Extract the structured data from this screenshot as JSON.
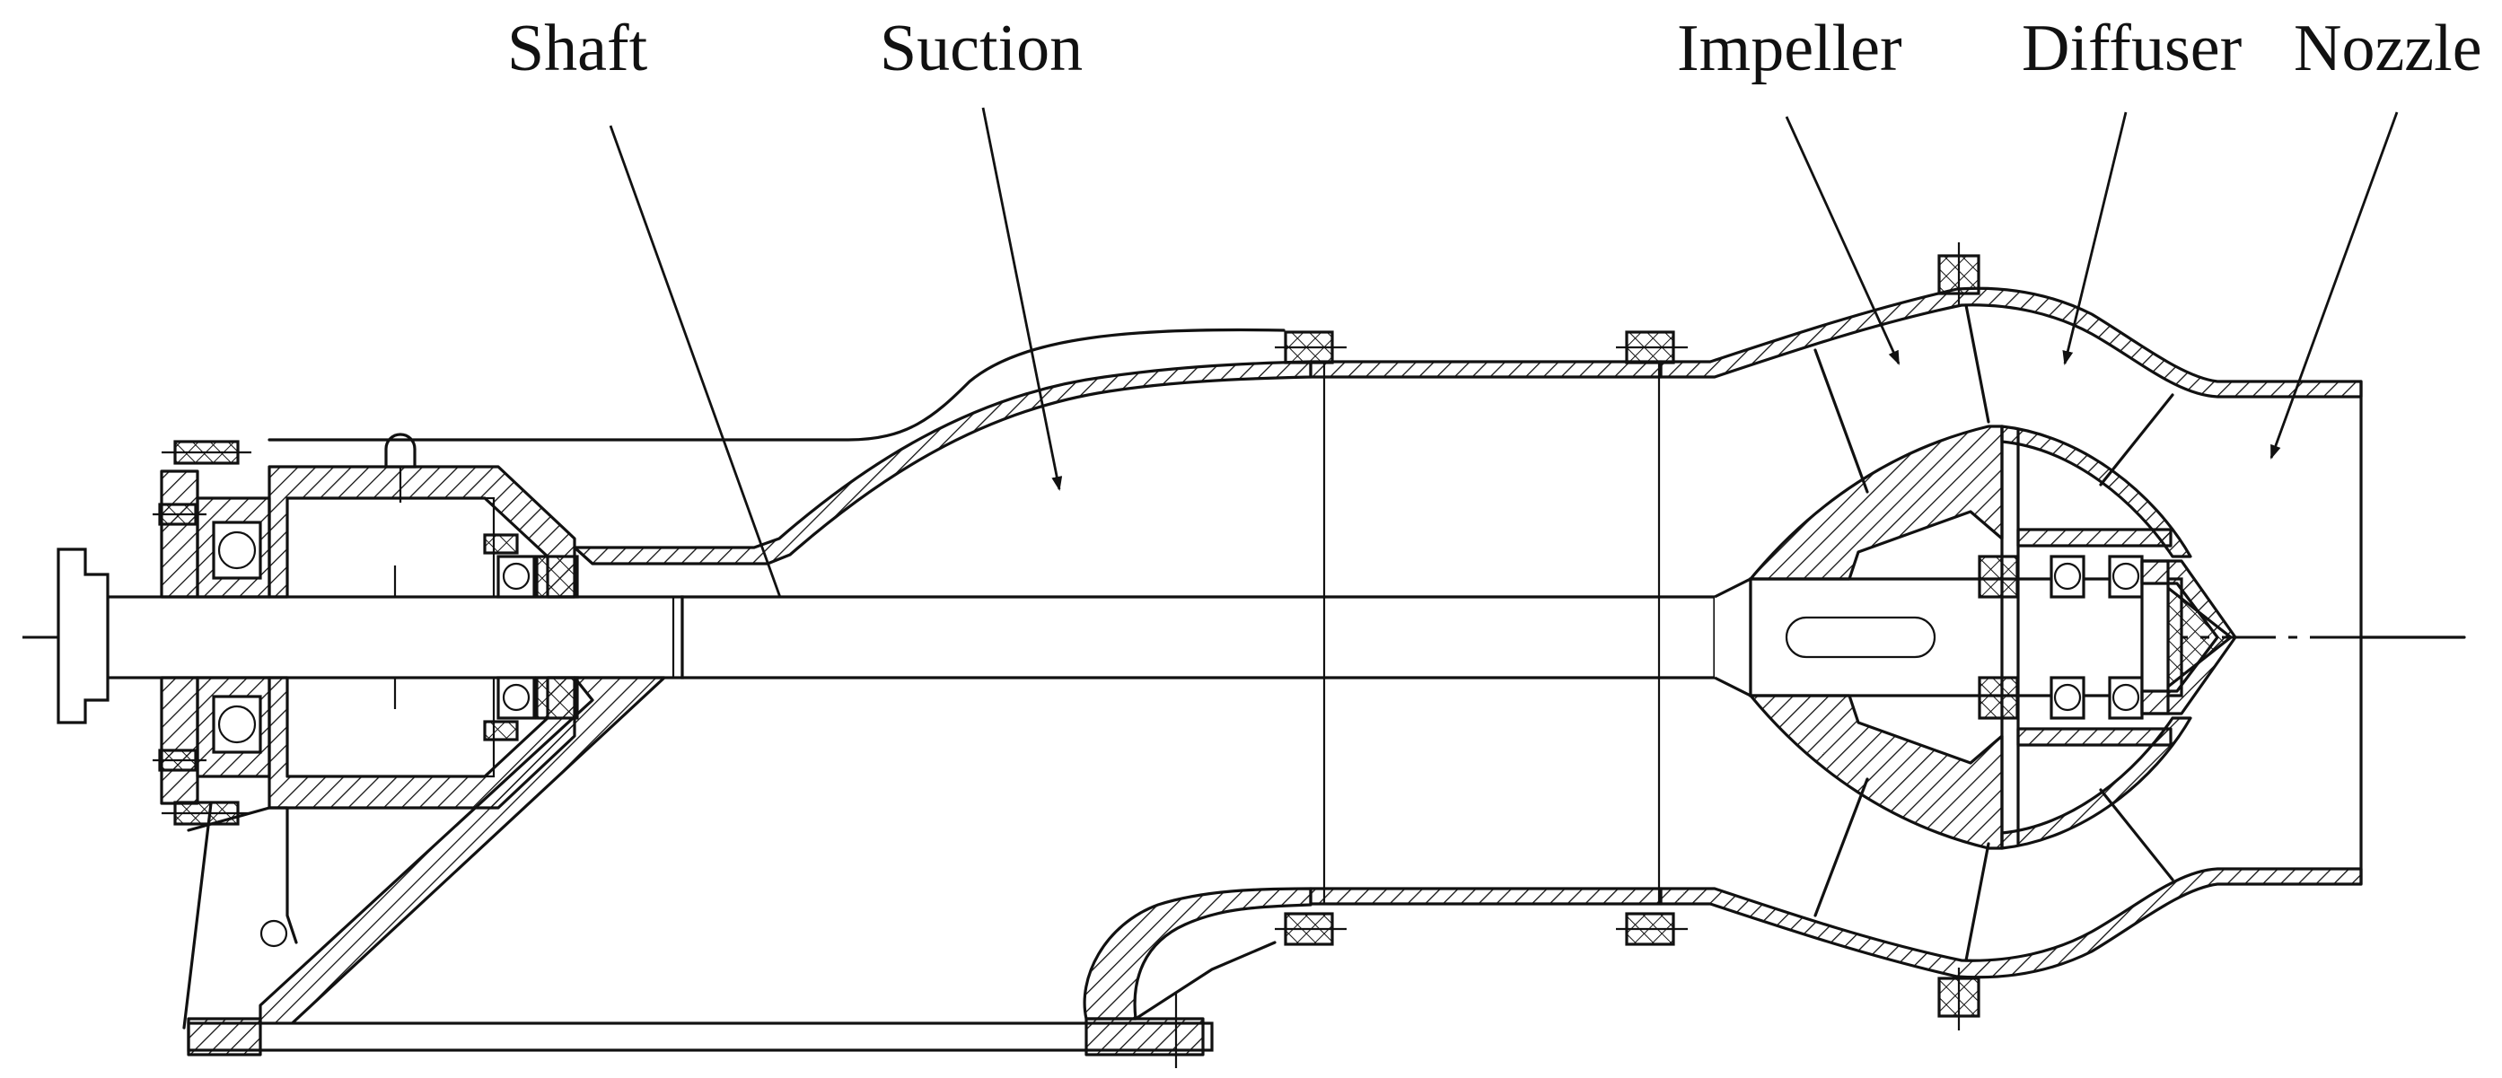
{
  "labels": {
    "shaft": "Shaft",
    "suction": "Suction",
    "impeller": "Impeller",
    "diffuser": "Diffuser",
    "nozzle": "Nozzle"
  }
}
